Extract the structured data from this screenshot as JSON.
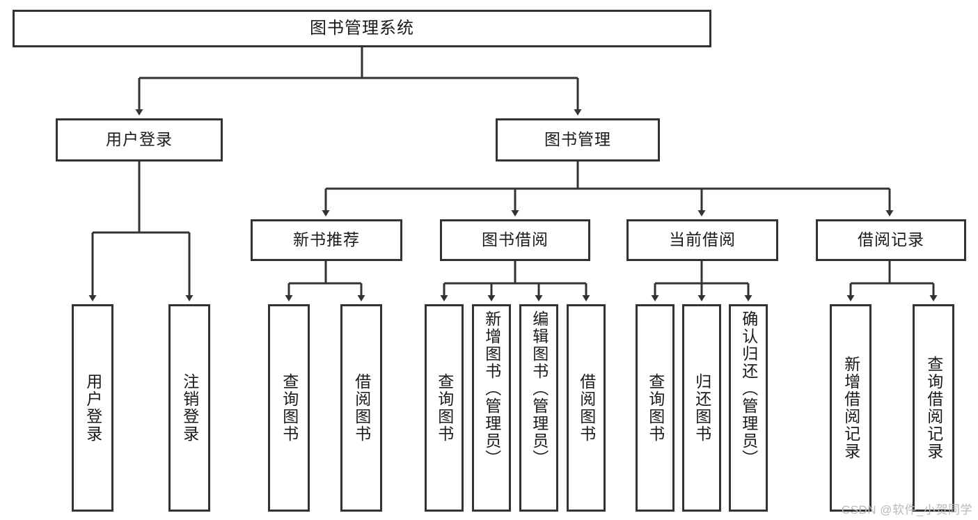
{
  "diagram": {
    "type": "tree-hierarchy",
    "title": "图书管理系统",
    "watermark": "CSDN @软件_小贺同学",
    "colors": {
      "border": "#333333",
      "background": "#ffffff",
      "text": "#1a1a1a",
      "watermark": "#b9b9b9"
    },
    "nodes": {
      "root": {
        "label": "图书管理系统",
        "level": 1
      },
      "level2": [
        {
          "id": "user-login",
          "label": "用户登录"
        },
        {
          "id": "book-management",
          "label": "图书管理"
        }
      ],
      "level3": [
        {
          "id": "new-book-recommend",
          "label": "新书推荐",
          "parent": "book-management"
        },
        {
          "id": "book-borrow",
          "label": "图书借阅",
          "parent": "book-management"
        },
        {
          "id": "current-borrow",
          "label": "当前借阅",
          "parent": "book-management"
        },
        {
          "id": "borrow-record",
          "label": "借阅记录",
          "parent": "book-management"
        }
      ],
      "leaves": {
        "user-login": [
          {
            "id": "leaf-user-login",
            "label": "用户登录"
          },
          {
            "id": "leaf-user-logout",
            "label": "注销登录"
          }
        ],
        "new-book-recommend": [
          {
            "id": "leaf-query-book-1",
            "label": "查询图书"
          },
          {
            "id": "leaf-borrow-book-1",
            "label": "借阅图书"
          }
        ],
        "book-borrow": [
          {
            "id": "leaf-query-book-2",
            "label": "查询图书"
          },
          {
            "id": "leaf-add-book",
            "label": "新增图书（管理员）"
          },
          {
            "id": "leaf-edit-book",
            "label": "编辑图书（管理员）"
          },
          {
            "id": "leaf-borrow-book-2",
            "label": "借阅图书"
          }
        ],
        "current-borrow": [
          {
            "id": "leaf-query-book-3",
            "label": "查询图书"
          },
          {
            "id": "leaf-return-book",
            "label": "归还图书"
          },
          {
            "id": "leaf-confirm-return",
            "label": "确认归还（管理员）"
          }
        ],
        "borrow-record": [
          {
            "id": "leaf-add-record",
            "label": "新增借阅记录"
          },
          {
            "id": "leaf-query-record",
            "label": "查询借阅记录"
          }
        ]
      }
    }
  }
}
